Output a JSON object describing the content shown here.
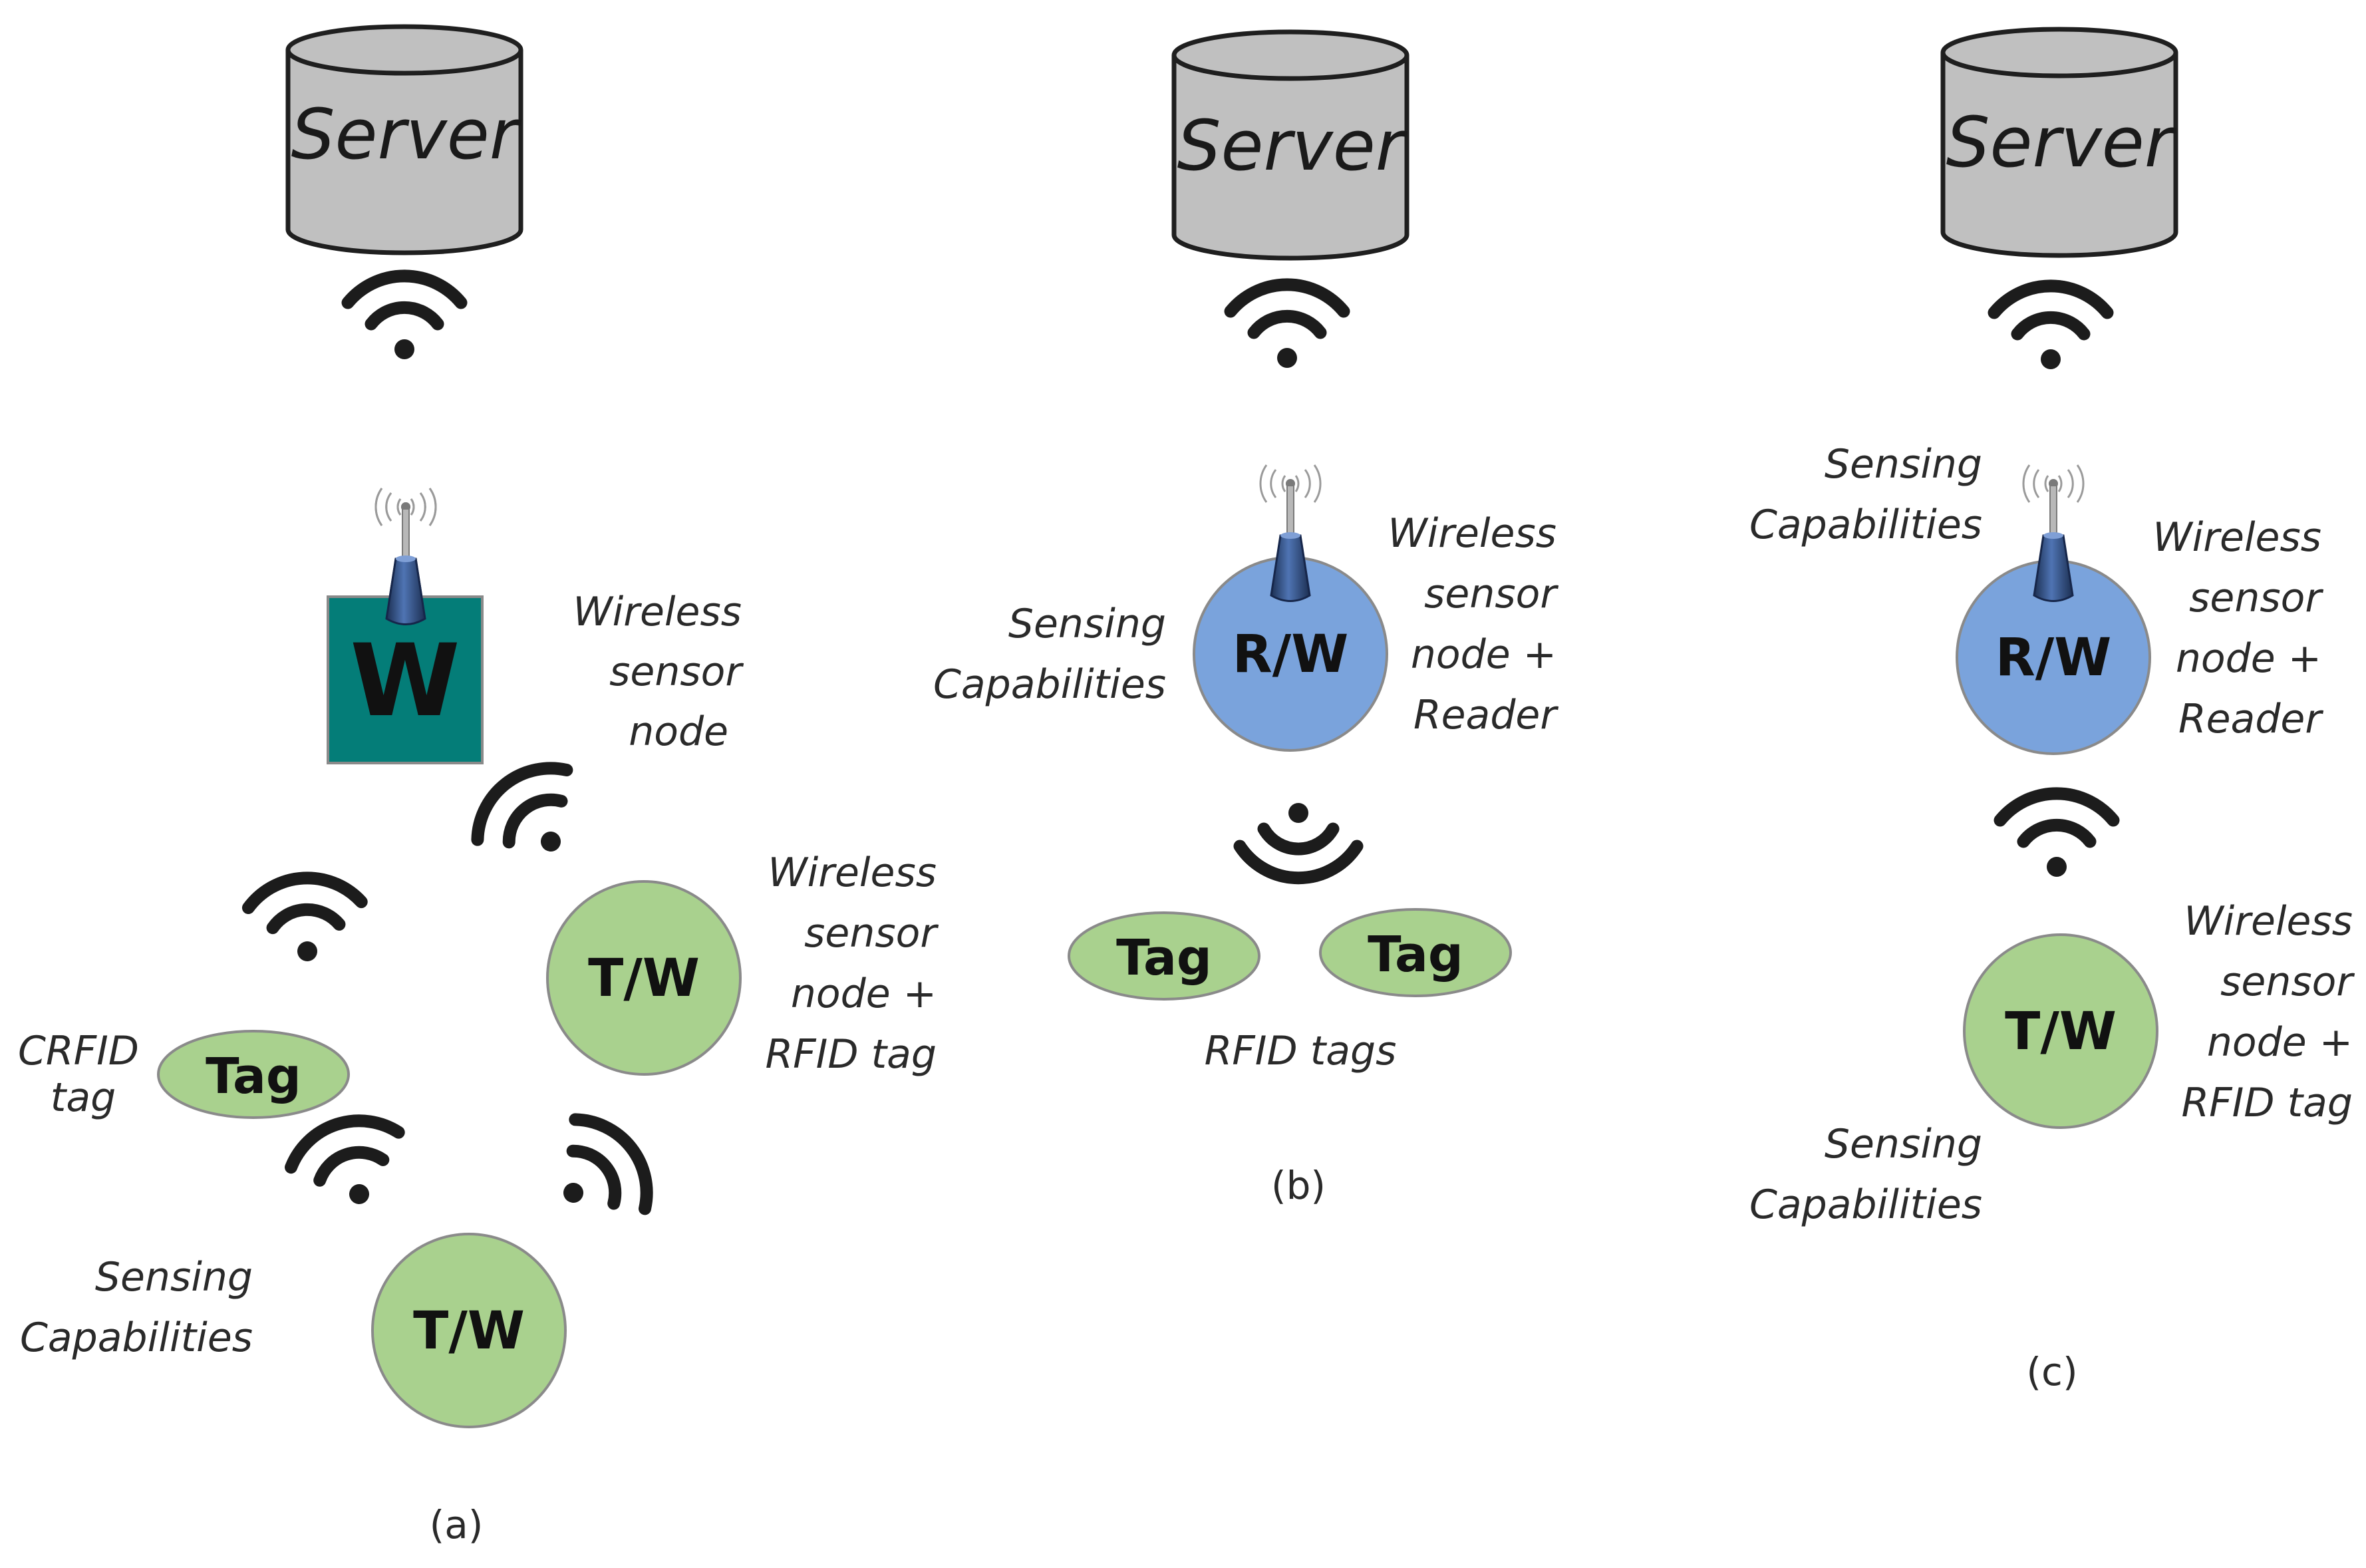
{
  "colors": {
    "server_fill": "#c0c0c0",
    "server_stroke": "#1f1f1f",
    "wifi_node_fill": "#047d78",
    "reader_fill": "#7aa3dc",
    "tag_fill": "#a9d18e",
    "signal_icon": "#1c1c1c",
    "antenna": "#2d4a78"
  },
  "icons": [
    "database-icon",
    "wifi-icon",
    "antenna-icon",
    "rfid-wave-icon"
  ],
  "panel_a": {
    "server": "Server",
    "wifi_node": "W",
    "wifi_node_label": [
      "Wireless",
      "sensor",
      "node"
    ],
    "tw_upper": "T/W",
    "tw_upper_label": [
      "Wireless",
      "sensor",
      "node +",
      "RFID tag"
    ],
    "tag": "Tag",
    "tag_label": [
      "CRFID",
      "tag"
    ],
    "tw_lower": "T/W",
    "sensing": [
      "Sensing",
      "Capabilities"
    ],
    "caption": "(a)"
  },
  "panel_b": {
    "server": "Server",
    "reader": "R/W",
    "sensing": [
      "Sensing",
      "Capabilities"
    ],
    "reader_label": [
      "Wireless",
      "sensor",
      "node +",
      "Reader"
    ],
    "tag_left": "Tag",
    "tag_right": "Tag",
    "tags_label": "RFID tags",
    "caption": "(b)"
  },
  "panel_c": {
    "server": "Server",
    "sensing_top": [
      "Sensing",
      "Capabilities"
    ],
    "reader": "R/W",
    "reader_label": [
      "Wireless",
      "sensor",
      "node +",
      "Reader"
    ],
    "tw": "T/W",
    "tw_label": [
      "Wireless",
      "sensor",
      "node +",
      "RFID tag"
    ],
    "sensing_bottom": [
      "Sensing",
      "Capabilities"
    ],
    "caption": "(c)"
  }
}
